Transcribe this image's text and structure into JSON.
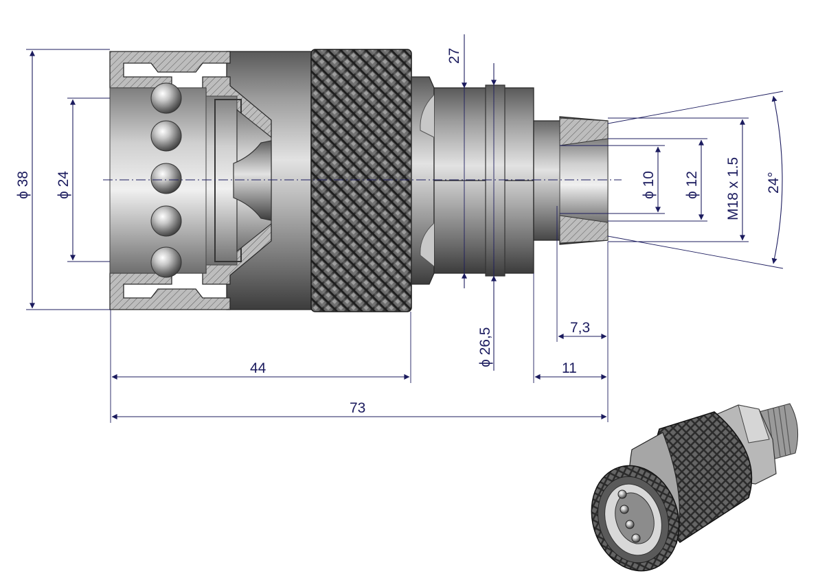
{
  "drawing": {
    "dimensions": {
      "outer_diameter": "ϕ 38",
      "inner_diameter": "ϕ 24",
      "hex_size": "27",
      "collar_diameter": "ϕ 26,5",
      "bore_diameter_10": "ϕ 10",
      "bore_diameter_12": "ϕ 12",
      "thread": "M18 x 1.5",
      "cone_angle": "24°",
      "thread_recess_length": "7,3",
      "thread_length": "11",
      "body_length": "44",
      "overall_length": "73"
    },
    "colors": {
      "dimension": "#1b1b5e",
      "steel_dark": "#3c3c3c",
      "steel_mid": "#8a8a8a",
      "steel_light": "#d8d8d8",
      "section_hatch": "#b8b8b8"
    }
  }
}
